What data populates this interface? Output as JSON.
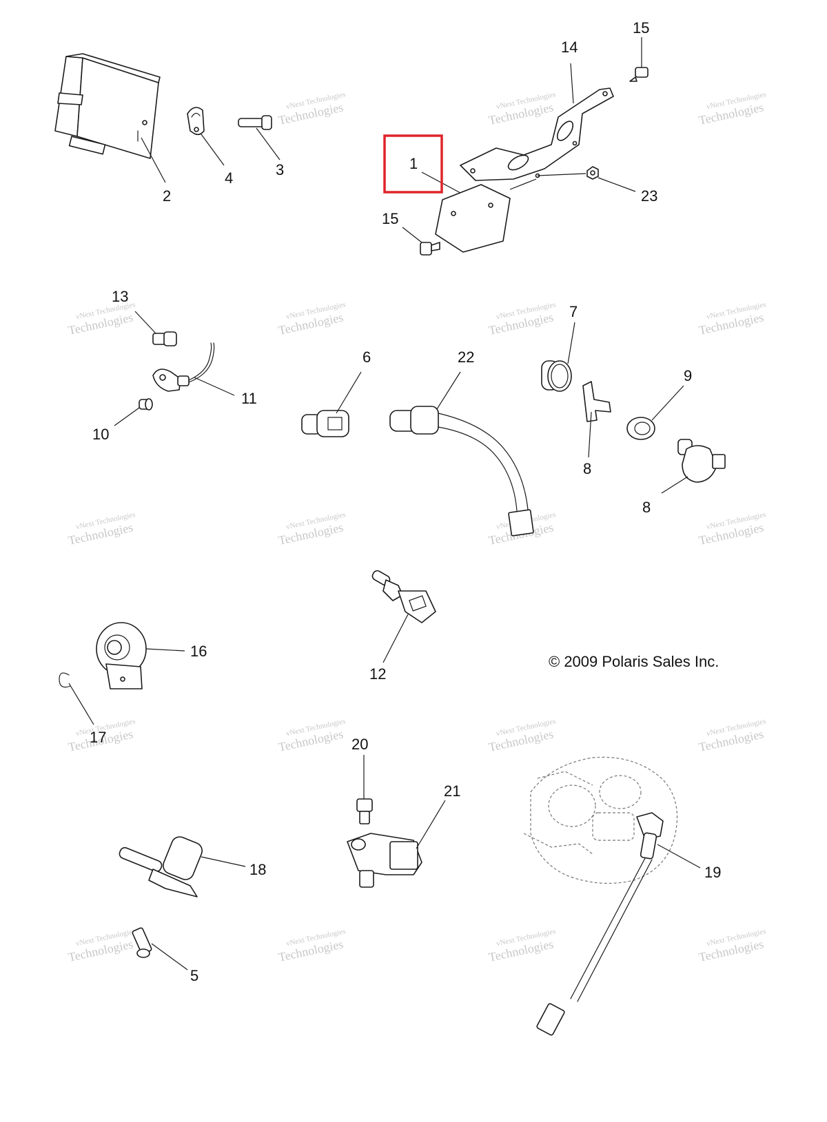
{
  "callouts": {
    "c1": "1",
    "c2": "2",
    "c3": "3",
    "c4": "4",
    "c5": "5",
    "c6": "6",
    "c7": "7",
    "c8a": "8",
    "c8b": "8",
    "c9": "9",
    "c10": "10",
    "c11": "11",
    "c12": "12",
    "c13": "13",
    "c14": "14",
    "c15a": "15",
    "c15b": "15",
    "c16": "16",
    "c17": "17",
    "c18": "18",
    "c19": "19",
    "c20": "20",
    "c21": "21",
    "c22": "22",
    "c23": "23"
  },
  "copyright": "© 2009 Polaris Sales Inc.",
  "watermark": {
    "line1": "vNext Technologies",
    "line2": "Technologies"
  },
  "highlight": {
    "color": "#e0242b",
    "target": "1"
  }
}
